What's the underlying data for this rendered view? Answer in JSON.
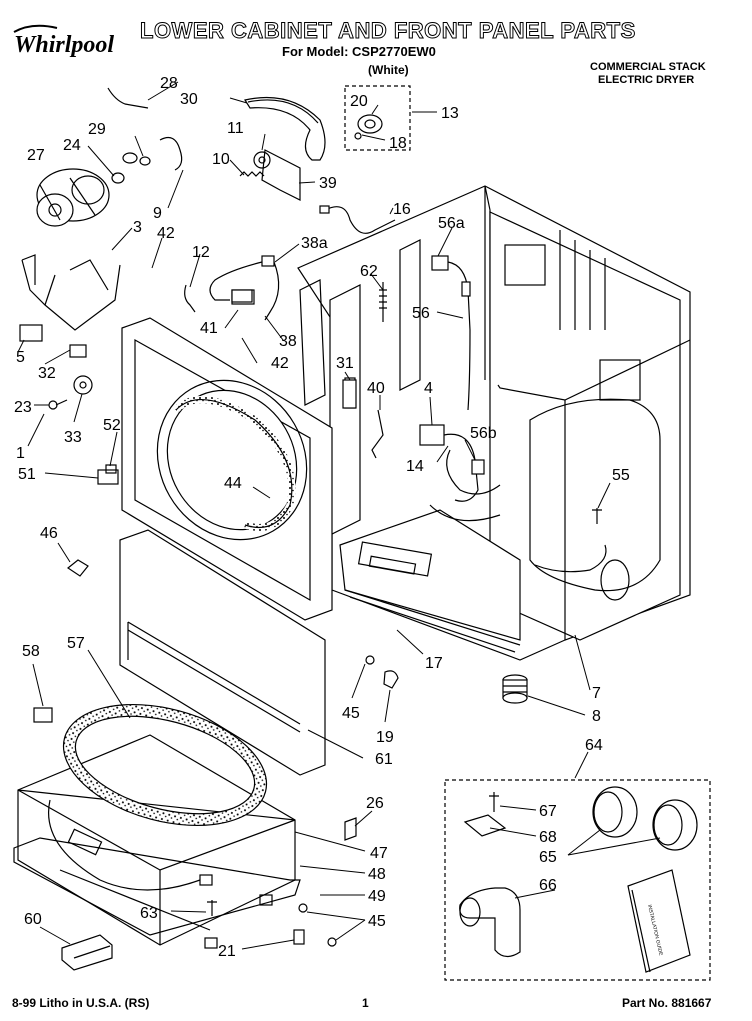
{
  "header": {
    "brand_logo_text": "Whirlpool",
    "title": "LOWER CABINET AND FRONT PANEL PARTS",
    "model_line": "For Model: CSP2770EW0",
    "variant": "(White)",
    "product_line1": "COMMERCIAL STACK",
    "product_line2": "ELECTRIC DRYER"
  },
  "footer": {
    "litho": "8-99 Litho in U.S.A. (RS)",
    "page": "1",
    "part_no": "Part No. 881667"
  },
  "callouts": [
    {
      "id": "c28",
      "label": "28"
    },
    {
      "id": "c30",
      "label": "30"
    },
    {
      "id": "c20",
      "label": "20"
    },
    {
      "id": "c13",
      "label": "13"
    },
    {
      "id": "c18",
      "label": "18"
    },
    {
      "id": "c29",
      "label": "29"
    },
    {
      "id": "c11",
      "label": "11"
    },
    {
      "id": "c27",
      "label": "27"
    },
    {
      "id": "c24",
      "label": "24"
    },
    {
      "id": "c10",
      "label": "10"
    },
    {
      "id": "c39",
      "label": "39"
    },
    {
      "id": "c9",
      "label": "9"
    },
    {
      "id": "c16",
      "label": "16"
    },
    {
      "id": "c3",
      "label": "3"
    },
    {
      "id": "c42a",
      "label": "42"
    },
    {
      "id": "c56a",
      "label": "56a"
    },
    {
      "id": "c38a",
      "label": "38a"
    },
    {
      "id": "c12",
      "label": "12"
    },
    {
      "id": "c62",
      "label": "62"
    },
    {
      "id": "c56",
      "label": "56"
    },
    {
      "id": "c41",
      "label": "41"
    },
    {
      "id": "c38",
      "label": "38"
    },
    {
      "id": "c42b",
      "label": "42"
    },
    {
      "id": "c5",
      "label": "5"
    },
    {
      "id": "c32",
      "label": "32"
    },
    {
      "id": "c31",
      "label": "31"
    },
    {
      "id": "c40",
      "label": "40"
    },
    {
      "id": "c4",
      "label": "4"
    },
    {
      "id": "c23",
      "label": "23"
    },
    {
      "id": "c33",
      "label": "33"
    },
    {
      "id": "c52",
      "label": "52"
    },
    {
      "id": "c1",
      "label": "1"
    },
    {
      "id": "c56b",
      "label": "56b"
    },
    {
      "id": "c14",
      "label": "14"
    },
    {
      "id": "c51",
      "label": "51"
    },
    {
      "id": "c44",
      "label": "44"
    },
    {
      "id": "c55",
      "label": "55"
    },
    {
      "id": "c46",
      "label": "46"
    },
    {
      "id": "c57",
      "label": "57"
    },
    {
      "id": "c58",
      "label": "58"
    },
    {
      "id": "c17",
      "label": "17"
    },
    {
      "id": "c7",
      "label": "7"
    },
    {
      "id": "c45a",
      "label": "45"
    },
    {
      "id": "c8",
      "label": "8"
    },
    {
      "id": "c19",
      "label": "19"
    },
    {
      "id": "c61",
      "label": "61"
    },
    {
      "id": "c64",
      "label": "64"
    },
    {
      "id": "c26",
      "label": "26"
    },
    {
      "id": "c67",
      "label": "67"
    },
    {
      "id": "c47",
      "label": "47"
    },
    {
      "id": "c68",
      "label": "68"
    },
    {
      "id": "c65",
      "label": "65"
    },
    {
      "id": "c48",
      "label": "48"
    },
    {
      "id": "c49",
      "label": "49"
    },
    {
      "id": "c66",
      "label": "66"
    },
    {
      "id": "c63",
      "label": "63"
    },
    {
      "id": "c60",
      "label": "60"
    },
    {
      "id": "c45b",
      "label": "45"
    },
    {
      "id": "c21",
      "label": "21"
    }
  ],
  "booklet_text": "INSTALLATION GUIDE"
}
